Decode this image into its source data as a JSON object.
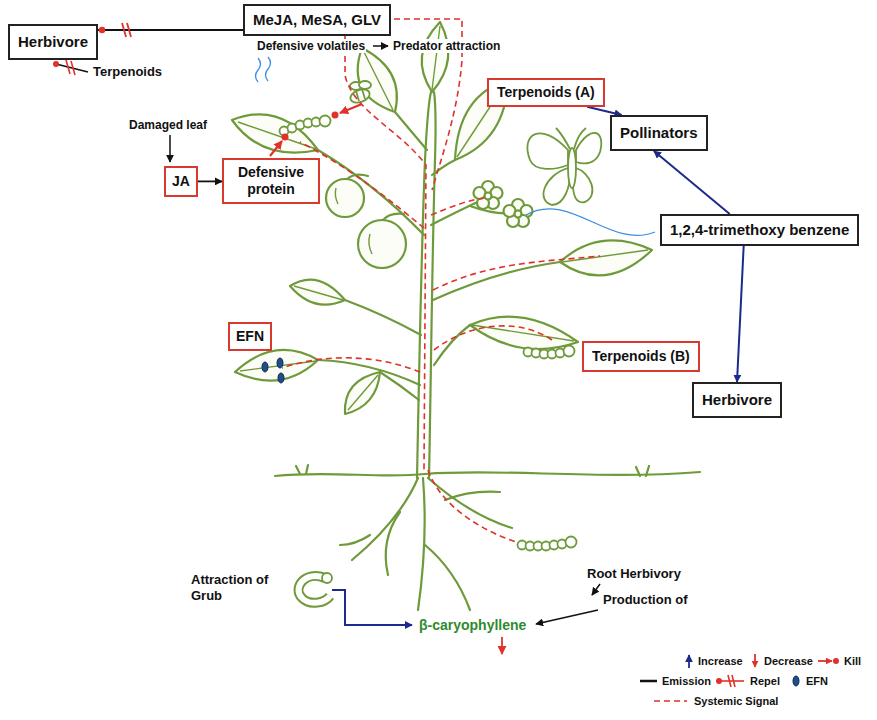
{
  "diagram": {
    "nodes": [
      {
        "text": [
          "Herbivore"
        ]
      },
      {
        "text": [
          "MeJA, MeSA, GLV"
        ]
      },
      {
        "text": [
          "Terpenoids (A)"
        ]
      },
      {
        "text": [
          "JA"
        ]
      },
      {
        "text": [
          "Defensive protein"
        ]
      },
      {
        "text": [
          "Pollinators"
        ]
      },
      {
        "text": [
          "1,2,4-trimethoxy benzene"
        ]
      },
      {
        "text": [
          "EFN"
        ]
      },
      {
        "text": [
          "Terpenoids (B)"
        ]
      },
      {
        "text": [
          "Herbivore"
        ]
      }
    ],
    "edges": [
      {
        "from": 0,
        "to": 1,
        "arrow": "none"
      },
      {
        "from": 3,
        "to": 4,
        "arrow": "to"
      },
      {
        "from": 2,
        "to": 5,
        "arrow": "to"
      },
      {
        "from": 6,
        "to": 5,
        "arrow": "to"
      },
      {
        "from": 6,
        "to": 9,
        "arrow": "to"
      }
    ],
    "labels": [
      "Terpenoids",
      "Defensive volatiles",
      "Predator attraction",
      "Damaged leaf",
      "Attraction of Grub",
      "Root Herbivory",
      "Production of",
      "β-caryophyllene"
    ],
    "legend": [
      {
        "text": "Increase"
      },
      {
        "text": "Decrease"
      },
      {
        "text": "Kill"
      },
      {
        "text": "Emission"
      },
      {
        "text": "Repel"
      },
      {
        "text": "EFN"
      },
      {
        "text": "Systemic Signal"
      }
    ]
  }
}
